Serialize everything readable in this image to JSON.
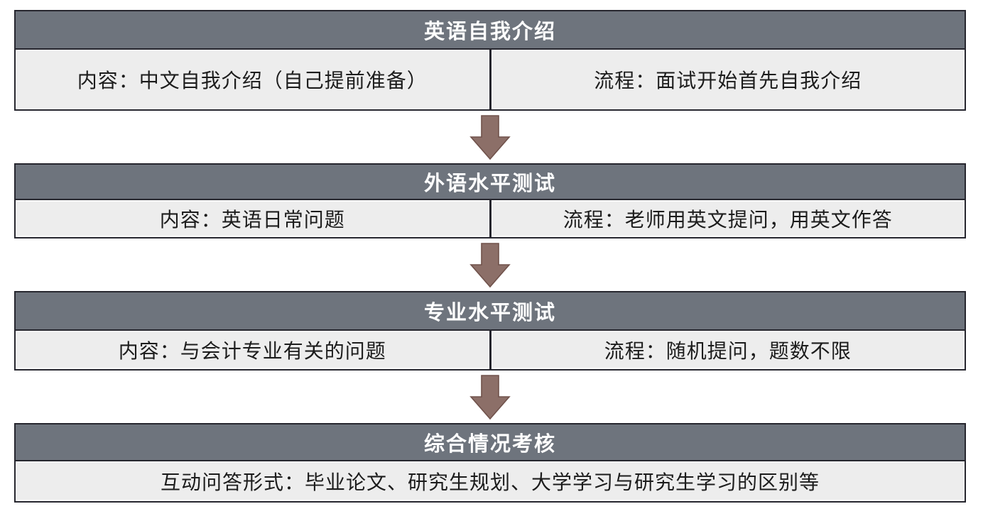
{
  "colors": {
    "header_bg": "#6e747d",
    "header_text": "#ffffff",
    "cell_bg": "#ededed",
    "cell_text": "#1c1c1c",
    "border": "#26262e",
    "arrow_fill": "#8c6f68",
    "arrow_stroke": "#70524b"
  },
  "flowchart": {
    "steps": [
      {
        "title": "英语自我介绍",
        "cells": [
          "内容：中文自我介绍（自己提前准备）",
          "流程：面试开始首先自我介绍"
        ]
      },
      {
        "title": "外语水平测试",
        "cells": [
          "内容：英语日常问题",
          "流程：老师用英文提问，用英文作答"
        ]
      },
      {
        "title": "专业水平测试",
        "cells": [
          "内容：与会计专业有关的问题",
          "流程：随机提问，题数不限"
        ]
      },
      {
        "title": "综合情况考核",
        "cells": [
          "互动问答形式：毕业论文、研究生规划、大学学习与研究生学习的区别等"
        ]
      }
    ]
  }
}
